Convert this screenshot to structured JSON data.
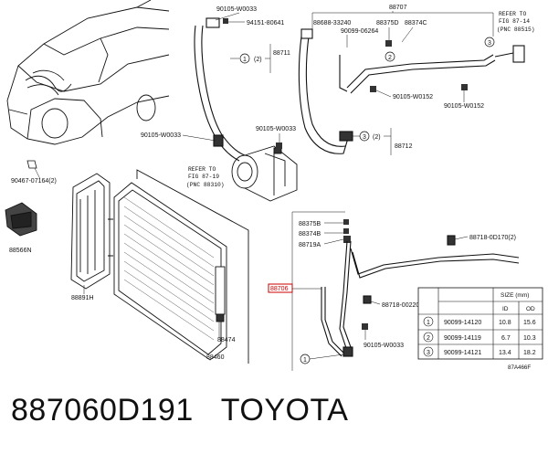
{
  "callouts": {
    "c_90105_w0033_a": "90105-W0033",
    "c_94151_80641": "94151-80641",
    "c_88711": "88711",
    "c_88707": "88707",
    "c_88688_33240": "88688-33240",
    "c_88375d": "88375D",
    "c_88374c": "88374C",
    "c_90099_06264": "90099-06264",
    "c_90105_w0152_a": "90105-W0152",
    "c_90105_w0152_b": "90105-W0152",
    "c_90105_w0033_b": "90105-W0033",
    "c_90105_w0033_c": "90105-W0033",
    "c_88712": "88712",
    "c_90467_07164": "90467-07164(2)",
    "c_88566n": "88566N",
    "c_88891h": "88891H",
    "c_88375b": "88375B",
    "c_88374b": "88374B",
    "c_88719a": "88719A",
    "c_88718_0d170": "88718-0D170(2)",
    "c_88706": "88706",
    "c_88718_00220": "88718-00220",
    "c_90105_w0033_d": "90105-W0033",
    "c_88474": "88474",
    "c_88460": "88460",
    "marker_2a": "(2)",
    "marker_2b": "(2)",
    "circle_1a": "1",
    "circle_2": "2",
    "circle_3a": "3",
    "circle_3b": "3",
    "circle_1b": "1"
  },
  "refer_notes": [
    {
      "line1": "REFER TO",
      "line2": "FIG 87-14",
      "line3": "(PNC 88515)"
    },
    {
      "line1": "REFER TO",
      "line2": "FIG 87-19",
      "line3": "(PNC 88310)"
    }
  ],
  "size_table": {
    "title": "SIZE (mm)",
    "col_id": "ID",
    "col_od": "OD",
    "rows": [
      {
        "no": "1",
        "part": "90099-14120",
        "id": "10.8",
        "od": "15.6"
      },
      {
        "no": "2",
        "part": "90099-14119",
        "id": "6.7",
        "od": "10.3"
      },
      {
        "no": "3",
        "part": "90099-14121",
        "id": "13.4",
        "od": "18.2"
      }
    ]
  },
  "figure_code": "87A466F",
  "caption": {
    "part_number": "887060D191",
    "brand": "TOYOTA"
  }
}
